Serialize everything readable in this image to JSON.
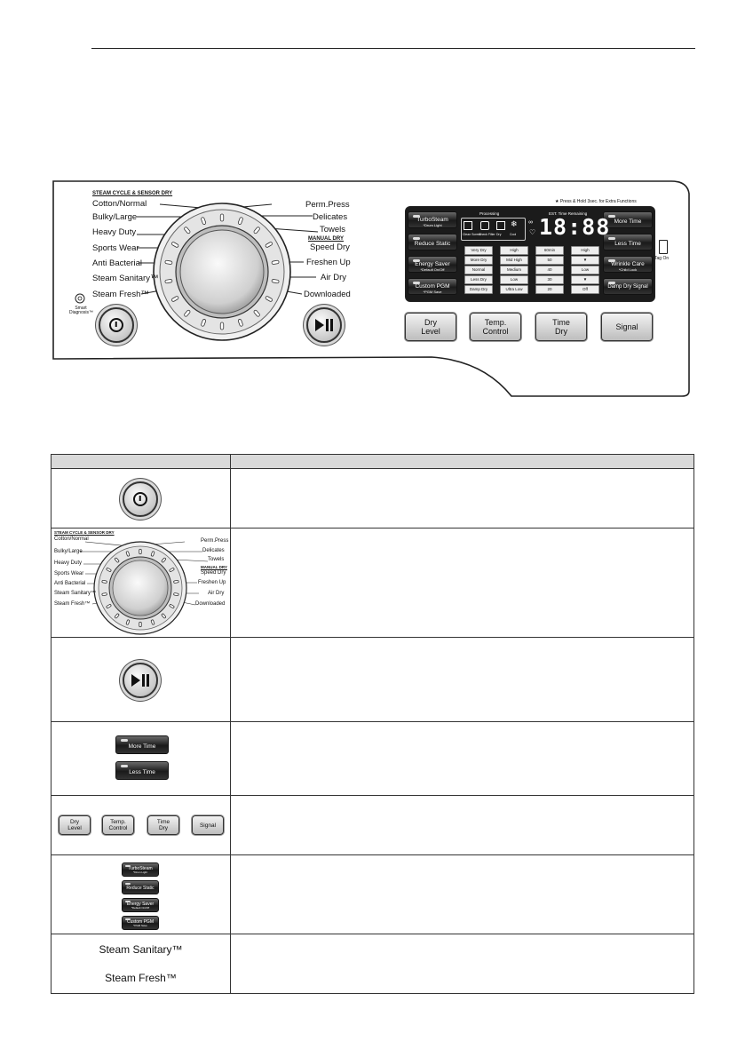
{
  "panel": {
    "cycle_header": "STEAM CYCLE & SENSOR DRY",
    "left_cycles": [
      "Cotton/Normal",
      "Bulky/Large",
      "Heavy Duty",
      "Sports Wear",
      "Anti Bacterial",
      "Steam Sanitary™",
      "Steam Fresh™"
    ],
    "right_cycles": [
      "Perm.Press",
      "Delicates",
      "Towels",
      "Speed Dry",
      "Freshen Up",
      "Air Dry",
      "Downloaded"
    ],
    "manual_dry_header": "MANUAL DRY",
    "smart_diagnosis": "Smart Diagnosis™",
    "hold_note": "★ Press & Hold 3sec. for Extra Functions",
    "tag_on": "Tag On"
  },
  "display": {
    "processing": "Processing",
    "est_time": "EST. Time Remaining",
    "time_digits": "18:88",
    "icons": [
      "Clean Screen",
      "Check Filter",
      "Dry",
      "Cool"
    ],
    "left_buttons": [
      {
        "label": "TurboSteam",
        "sub": "*Drum Light"
      },
      {
        "label": "Reduce Static",
        "sub": ""
      },
      {
        "label": "Energy Saver",
        "sub": "*Default On/Off"
      },
      {
        "label": "Custom PGM",
        "sub": "*PGM Save"
      }
    ],
    "right_buttons": [
      {
        "label": "More Time",
        "sub": ""
      },
      {
        "label": "Less Time",
        "sub": ""
      },
      {
        "label": "Wrinkle Care",
        "sub": "*Child Lock"
      },
      {
        "label": "Damp Dry Signal",
        "sub": ""
      }
    ],
    "grid": [
      [
        "Very Dry",
        "High",
        "60min",
        "High"
      ],
      [
        "More Dry",
        "Mid High",
        "50",
        "▼"
      ],
      [
        "Normal",
        "Medium",
        "40",
        "Low"
      ],
      [
        "Less Dry",
        "Low",
        "30",
        "▼"
      ],
      [
        "Damp Dry",
        "Ultra Low",
        "20",
        "Off"
      ]
    ]
  },
  "function_buttons": [
    {
      "l1": "Dry",
      "l2": "Level"
    },
    {
      "l1": "Temp.",
      "l2": "Control"
    },
    {
      "l1": "Time",
      "l2": "Dry"
    },
    {
      "l1": "Signal",
      "l2": ""
    }
  ],
  "table": {
    "brands": [
      "Steam Sanitary™",
      "Steam Fresh™"
    ]
  }
}
